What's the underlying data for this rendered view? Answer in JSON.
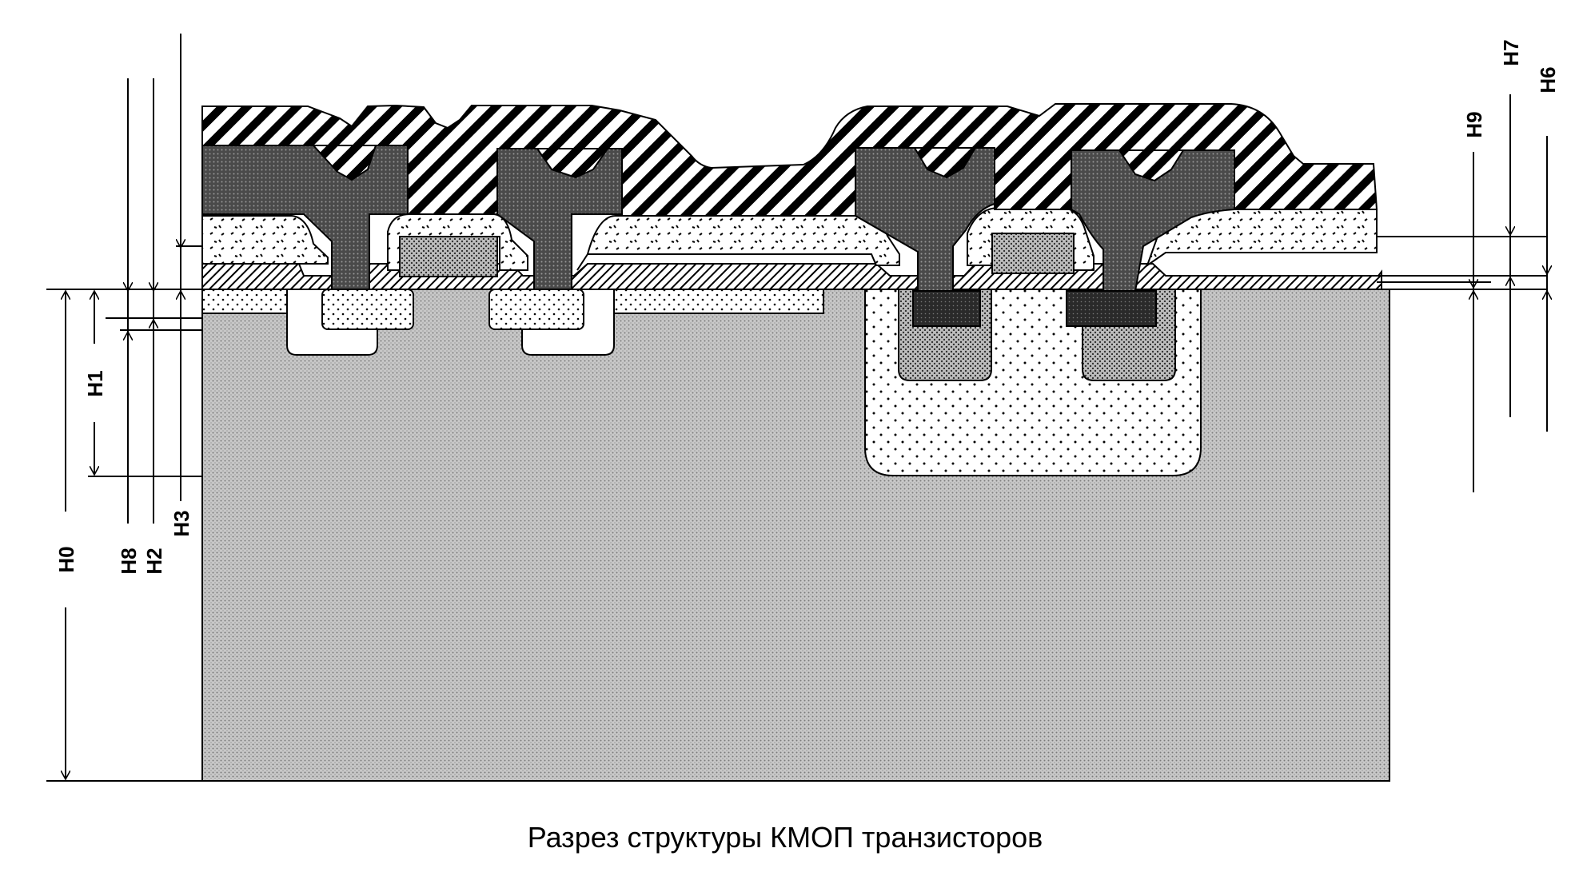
{
  "caption": "Разрез структуры КМОП транзисторов",
  "dimension_labels": {
    "h0": "H0",
    "h1": "H1",
    "h8": "H8",
    "h2": "H2",
    "h3": "H3",
    "h9": "H9",
    "h7": "H7",
    "h6": "H6"
  },
  "colors": {
    "ink": "#000000",
    "paper": "#ffffff",
    "substrate": "#c4c4c4",
    "metal": "#4a4a4a",
    "gate": "#bdbdbd",
    "contact": "#2a2a2a"
  }
}
